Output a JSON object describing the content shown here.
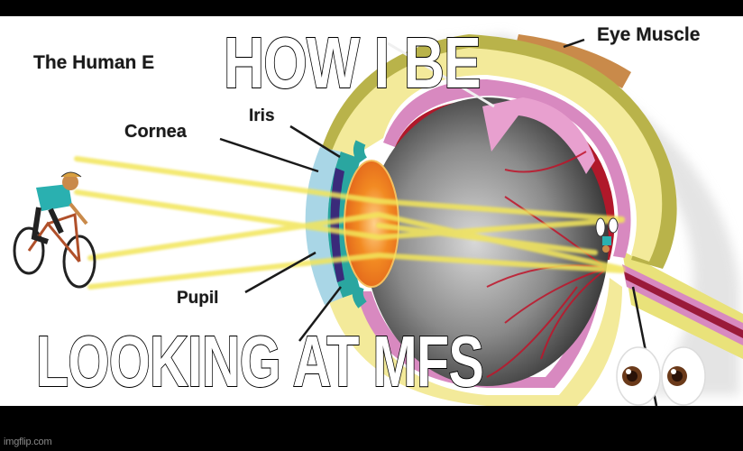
{
  "meme": {
    "caption_top": "HOW I BE",
    "caption_bottom": "LOOKING AT MFS",
    "emoji": "eyes-emoji"
  },
  "diagram": {
    "title": "The Human E",
    "labels": {
      "cornea": "Cornea",
      "iris": "Iris",
      "pupil": "Pupil",
      "eye_muscle": "Eye Muscle"
    },
    "subject": "cyclist",
    "colors": {
      "light_rays": "#f2e55a",
      "lens": "#f07a1a",
      "vitreous": "#5a5a5a",
      "retina": "#b0182a",
      "sclera": "#f3ea9a",
      "choroid": "#d889c0",
      "cornea": "#a9d6e6",
      "iris": "#2aa6a0"
    }
  },
  "footer": {
    "watermark": "imgflip.com"
  }
}
